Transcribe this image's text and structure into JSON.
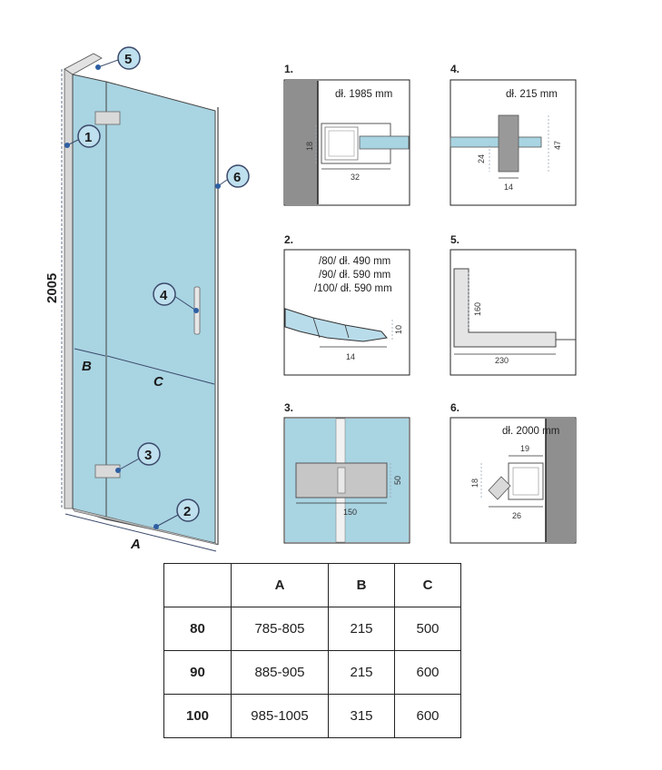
{
  "overview": {
    "height_label": "2005",
    "dims": {
      "a": "A",
      "b": "B",
      "c": "C"
    },
    "callouts": [
      "1",
      "2",
      "3",
      "4",
      "5",
      "6"
    ]
  },
  "details": [
    {
      "label": "1.",
      "note": "dł. 1985 mm",
      "dims": [
        "18",
        "32"
      ]
    },
    {
      "label": "2.",
      "notes": [
        "/80/ dł. 490 mm",
        "/90/ dł. 590 mm",
        "/100/ dł. 590 mm"
      ],
      "dims": [
        "10",
        "14"
      ]
    },
    {
      "label": "3.",
      "dims": [
        "50",
        "150"
      ]
    },
    {
      "label": "4.",
      "note": "dł. 215 mm",
      "dims": [
        "47",
        "24",
        "14"
      ]
    },
    {
      "label": "5.",
      "dims": [
        "160",
        "230"
      ]
    },
    {
      "label": "6.",
      "note": "dł. 2000 mm",
      "dims": [
        "19",
        "18",
        "26"
      ]
    }
  ],
  "table": {
    "headers": [
      "",
      "A",
      "B",
      "C"
    ],
    "rows": [
      {
        "size": "80",
        "a": "785-805",
        "b": "215",
        "c": "500"
      },
      {
        "size": "90",
        "a": "885-905",
        "b": "215",
        "c": "600"
      },
      {
        "size": "100",
        "a": "985-1005",
        "b": "315",
        "c": "600"
      }
    ]
  },
  "colors": {
    "glass": "#a9d4e2",
    "glass_light": "#c5e3ee",
    "wall": "#8f8f8f",
    "callout_fill": "#bfe0ee",
    "callout_stroke": "#3b4a6b",
    "dot": "#2e5fa3"
  }
}
